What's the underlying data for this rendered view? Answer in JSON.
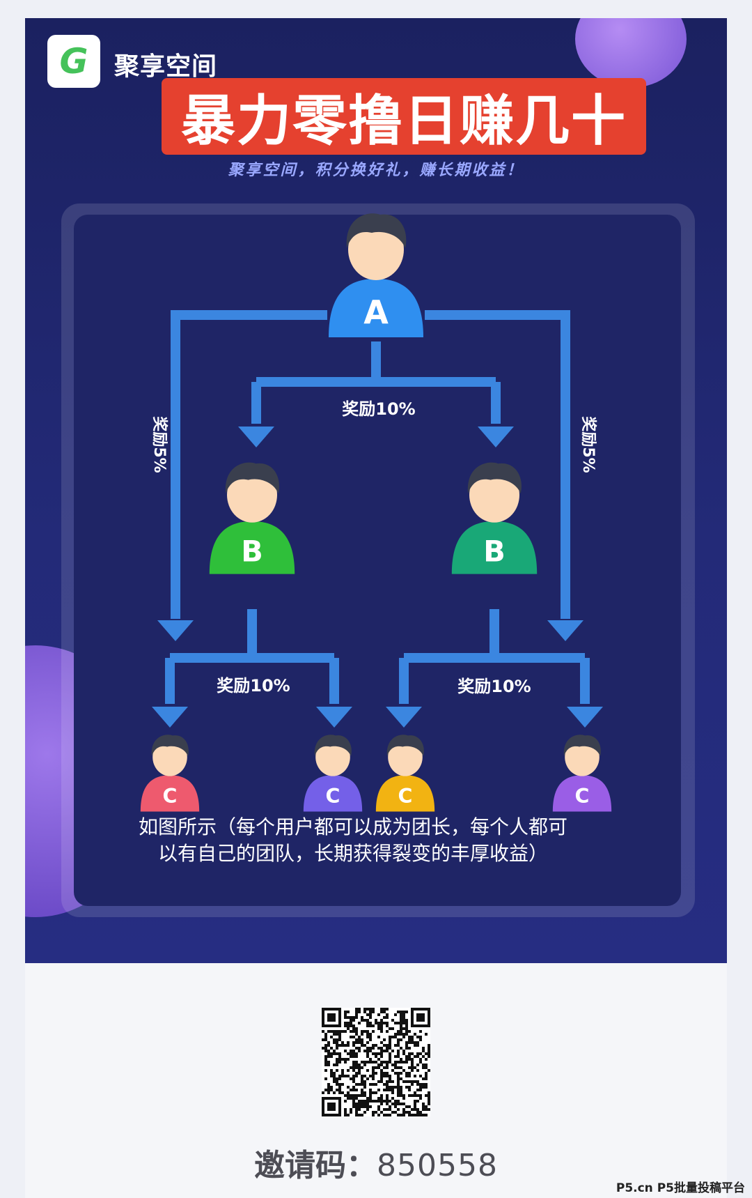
{
  "brand": {
    "logo_letter": "G",
    "name": "聚享空间"
  },
  "headline": "暴力零撸日赚几十",
  "subtitle": "聚享空间，积分换好礼，赚长期收益！",
  "diagram": {
    "nodes": [
      {
        "id": "A",
        "label": "A",
        "color": "#2f8ff0"
      },
      {
        "id": "B1",
        "label": "B",
        "color": "#2fbf3a"
      },
      {
        "id": "B2",
        "label": "B",
        "color": "#19a877"
      },
      {
        "id": "C1",
        "label": "C",
        "color": "#ee5a6e"
      },
      {
        "id": "C2",
        "label": "C",
        "color": "#7460e8"
      },
      {
        "id": "C3",
        "label": "C",
        "color": "#f2b312"
      },
      {
        "id": "C4",
        "label": "C",
        "color": "#9a5ee6"
      }
    ],
    "labels": {
      "a_to_b": "奖励10%",
      "left_bypass": "奖励5%",
      "right_bypass": "奖励5%",
      "b1_to_c": "奖励10%",
      "b2_to_c": "奖励10%"
    },
    "colors": {
      "arrow": "#3b86e0",
      "face": "#fbd9b8",
      "hair": "#3a3f4e"
    }
  },
  "note": {
    "line1": "如图所示（每个用户都可以成为团长，每个人都可",
    "line2": "以有自己的团队，长期获得裂变的丰厚收益）"
  },
  "invite": {
    "label": "邀请码：",
    "code": "850558"
  },
  "watermark": "P5.cn P5批量投稿平台"
}
